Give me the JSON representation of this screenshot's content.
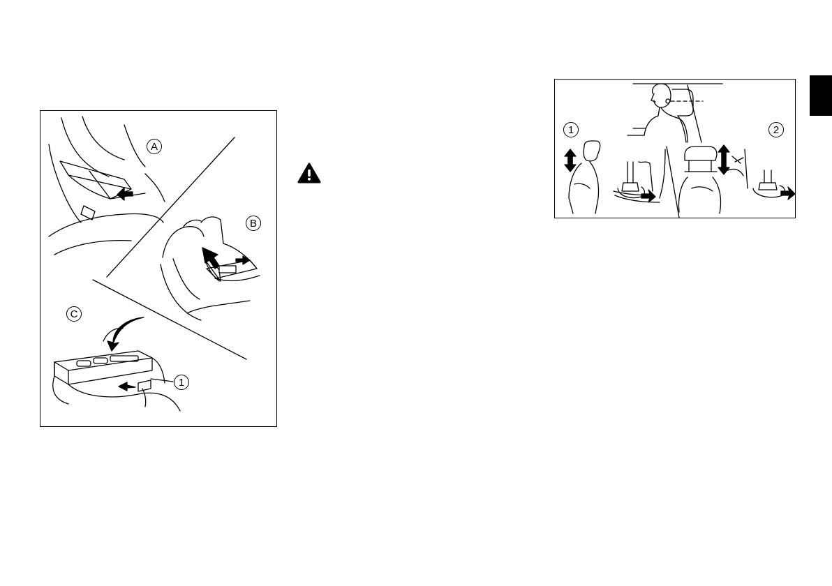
{
  "figure_left": {
    "label_a": "A",
    "label_b": "B",
    "label_c": "C",
    "label_1": "1"
  },
  "figure_right": {
    "label_1": "1",
    "label_2": "2"
  },
  "icons": {
    "warning": "warning-triangle-icon",
    "section_tab": "section-tab"
  },
  "colors": {
    "ink": "#000000",
    "paper": "#ffffff"
  }
}
